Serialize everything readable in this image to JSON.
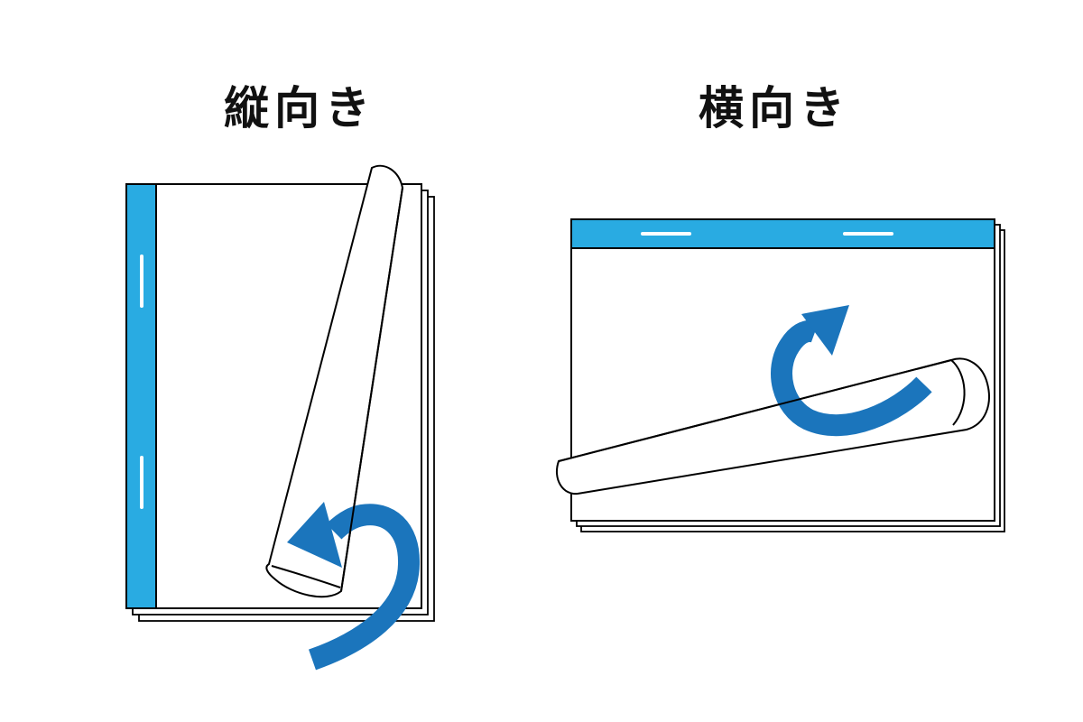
{
  "page": {
    "background_color": "#ffffff",
    "description": "Page-turn orientation diagram with two stapled notepads"
  },
  "colors": {
    "binding_blue": "#29abe2",
    "arrow_blue": "#1b75bc",
    "outline_black": "#000000",
    "paper_white": "#ffffff",
    "staple_white": "#ffffff",
    "title_text": "#111111"
  },
  "figures": {
    "portrait": {
      "title": "縦向き",
      "binding_side": "left",
      "staple_count": 2,
      "icon": "page-turn-arrow-counterclockwise"
    },
    "landscape": {
      "title": "横向き",
      "binding_side": "top",
      "staple_count": 2,
      "icon": "page-turn-arrow-clockwise"
    }
  }
}
